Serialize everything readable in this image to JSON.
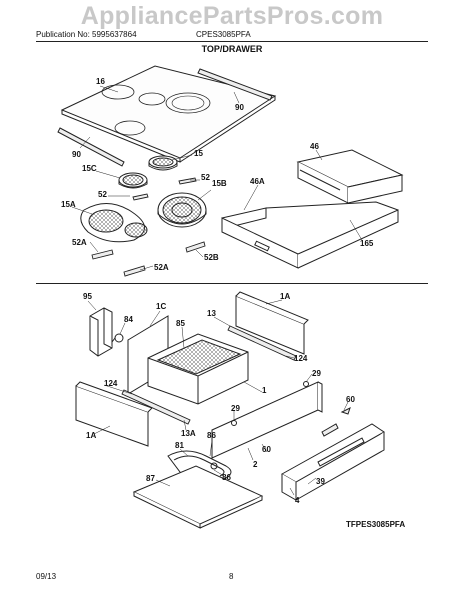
{
  "watermark": "AppliancePartsPros.com",
  "header": {
    "publication": "Publication No: 5995637864",
    "model": "CPES3085PFA"
  },
  "section_title": "TOP/DRAWER",
  "model_code": "TFPES3085PFA",
  "footer": {
    "date": "09/13",
    "page": "8"
  },
  "callouts": {
    "c16": "16",
    "c90a": "90",
    "c90b": "90",
    "c15": "15",
    "c15c": "15C",
    "c52a": "52",
    "c52b": "52",
    "c15b": "15B",
    "c15a": "15A",
    "c52a_1": "52A",
    "c52a_2": "52A",
    "c52b_1": "52B",
    "c46": "46",
    "c46a": "46A",
    "c165": "165",
    "c95": "95",
    "c1c": "1C",
    "c84": "84",
    "c85": "85",
    "c13": "13",
    "c1a_top": "1A",
    "c124a": "124",
    "c124b": "124",
    "c29a": "29",
    "c29b": "29",
    "c1": "1",
    "c60a": "60",
    "c60b": "60",
    "c1a_bot": "1A",
    "c13a": "13A",
    "c86a": "86",
    "c86b": "86",
    "c81": "81",
    "c87": "87",
    "c2": "2",
    "c39": "39",
    "c4": "4"
  }
}
